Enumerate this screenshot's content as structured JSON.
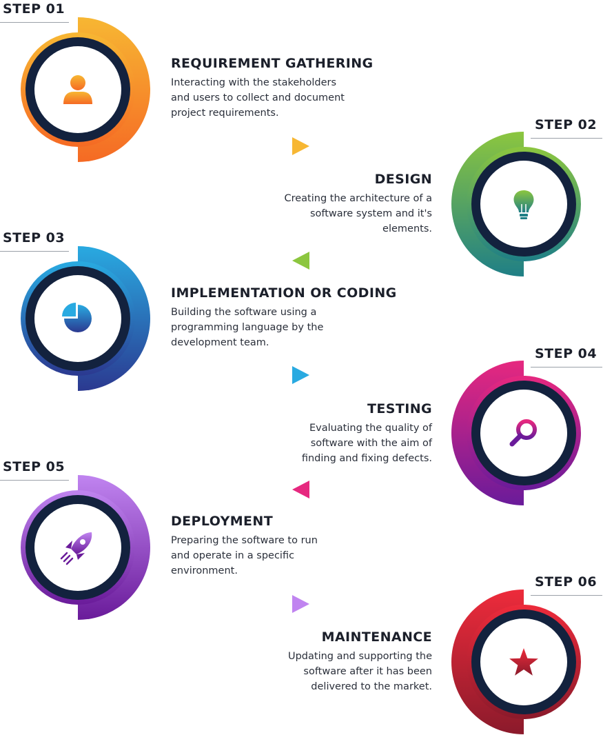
{
  "steps": [
    {
      "label": "STEP 01",
      "title": "REQUIREMENT GATHERING",
      "description": [
        "Interacting with the stakeholders",
        "and users to collect and document",
        "project requirements."
      ],
      "icon": "person-icon",
      "colors": [
        "#f7b733",
        "#f56a24"
      ]
    },
    {
      "label": "STEP 02",
      "title": "DESIGN",
      "description": [
        "Creating the architecture of a",
        "software system and it's",
        "elements."
      ],
      "icon": "lightbulb-icon",
      "colors": [
        "#8cc63f",
        "#1f7f86"
      ]
    },
    {
      "label": "STEP 03",
      "title": "IMPLEMENTATION OR CODING",
      "description": [
        "Building the software using a",
        "programming language by the",
        "development team."
      ],
      "icon": "pie-chart-icon",
      "colors": [
        "#29aae1",
        "#2b3990"
      ]
    },
    {
      "label": "STEP 04",
      "title": "TESTING",
      "description": [
        "Evaluating the quality of",
        "software with the aim of",
        "finding and fixing defects."
      ],
      "icon": "magnifier-icon",
      "colors": [
        "#e6287f",
        "#6a1b9a"
      ]
    },
    {
      "label": "STEP 05",
      "title": "DEPLOYMENT",
      "description": [
        "Preparing the software to run",
        "and operate in a specific",
        "environment."
      ],
      "icon": "rocket-icon",
      "colors": [
        "#c084f0",
        "#6a1b9a"
      ]
    },
    {
      "label": "STEP 06",
      "title": "MAINTENANCE",
      "description": [
        "Updating and supporting the",
        "software after it has been",
        "delivered to the market."
      ],
      "icon": "star-icon",
      "colors": [
        "#ed2b3b",
        "#8b1a2b"
      ]
    }
  ]
}
